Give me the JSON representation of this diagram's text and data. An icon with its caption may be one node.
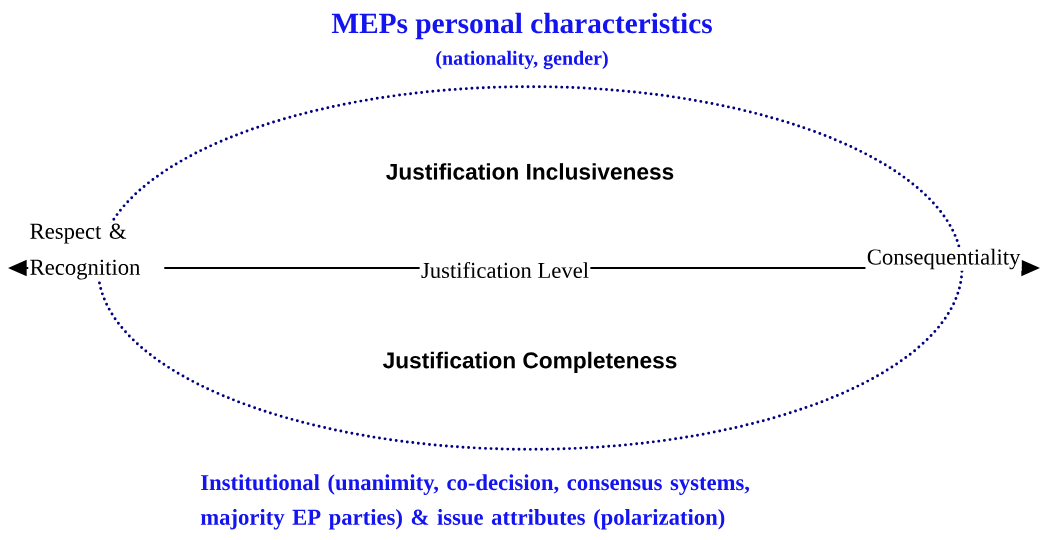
{
  "diagram": {
    "title": "MEPs personal characteristics",
    "nodes": [
      {
        "text": [
          "Justification Inclusiveness",
          "Justification Completeness"
        ]
      }
    ],
    "labels": [
      "(nationality, gender)",
      "Respect & Recognition",
      "Justification Level",
      "Consequentiality",
      "Institutional (unanimity, co-decision, consensus systems, majority EP parties) & issue attributes (polarization)"
    ]
  }
}
